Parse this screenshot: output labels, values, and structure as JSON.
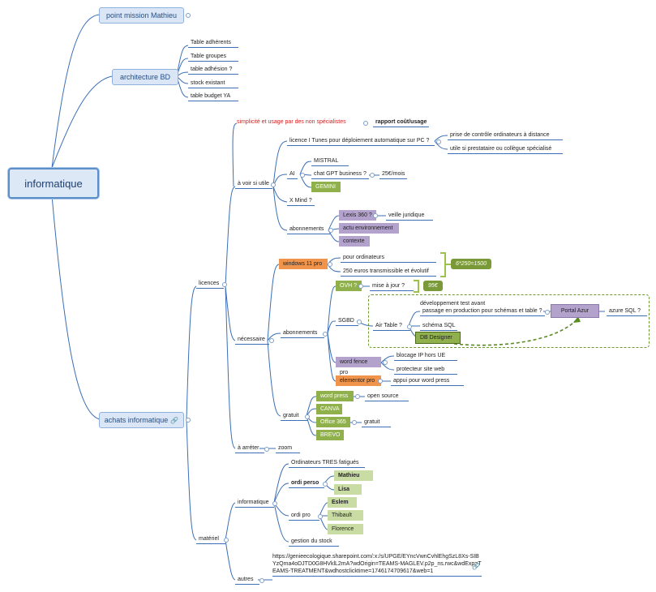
{
  "root": {
    "label": "informatique"
  },
  "branches": {
    "point_mission": "point mission Mathieu",
    "architecture": "architecture BD",
    "achats": "achats informatique"
  },
  "architecture_items": [
    "Table adhérents",
    "Table groupes",
    "table adhésion ?",
    "stock existant",
    "table budget YA"
  ],
  "licences": {
    "label": "licences",
    "a_voir": {
      "label": "à voir si utile",
      "simplicite": "simplicité et usage par des non spécialistes",
      "rapport": "rapport coût/usage",
      "itunes": "licence I Tunes pour déploiement automatique sur PC ?",
      "itunes_children": [
        "prise de contrôle ordinateurs à distance",
        "utile si prestataire ou collègue spécialisé"
      ],
      "ai": "AI",
      "mistral": "MISTRAL",
      "chatgpt": "chat GPT business ?",
      "chatgpt_price": "25€/mois",
      "gemini": "GEMINI",
      "xmind": "X Mind ?",
      "abonnements": "abonnements",
      "lexis": "Lexis 360 ?",
      "veille": "veille juridique",
      "actu": "actu environnement",
      "contexte": "contexte"
    },
    "necessaire": {
      "label": "nécessaire",
      "windows": "windows 11 pro",
      "pour_ordis": "pour ordinateurs",
      "euros": "250 euros transmissible et évolutif",
      "calc": "6*250=1500",
      "abonnements": "abonnements",
      "ovh": "OVH ?",
      "mise_a_jour": "mise à jour ?",
      "ovh_note": "95€",
      "sgbd": "SGBD",
      "airtable": "Air Table ?",
      "dev_test": "développement test avant",
      "dev_test2": "passage en production pour schémas et table ?",
      "portal": "Portal Azur",
      "azure": "azure SQL ?",
      "schema": "schéma SQL",
      "dbdesigner": "DB Designer",
      "wordfence": "word fence pro",
      "blocage": "blocage IP hors UE",
      "protecteur": "protecteur site web",
      "elementor": "elementor pro",
      "appui": "appui pour word press",
      "gratuit": "gratuit",
      "wordpress": "word press",
      "open_source": "open source",
      "canva": "CANVA",
      "office": "Office 365",
      "office_note": "gratuit",
      "brevo": "BREVO"
    },
    "a_arreter": "à arréter",
    "zoom": "zoom"
  },
  "materiel": {
    "label": "matériel",
    "informatique": "informatique",
    "ordis_fatigues": "Ordinateurs TRES fatigués",
    "ordi_perso": "ordi perso",
    "mathieu": "Mathieu",
    "lisa": "Lisa",
    "ordi_pro": "ordi pro",
    "eslem": "Eslem",
    "thibault": "Thibault",
    "florence": "Florence",
    "gestion": "gestion du stock",
    "autres": "autres",
    "url": "https://genieecologique.sharepoint.com/:x:/s/UPGE/EYncVwnCvhlEhgSzL8Xs-SIBYzQma4oDJTD0G8HVklL2mA?wdOrigin=TEAMS-MAGLEV.p2p_ns.rwc&wdExp=TEAMS-TREATMENT&wdhostclicktime=1746174709617&web=1"
  },
  "colors": {
    "accent": "#3b6fb6",
    "green": "#8fb04a",
    "purple": "#b3a3cc",
    "orange": "#f0944c",
    "red": "#d21f1f"
  }
}
